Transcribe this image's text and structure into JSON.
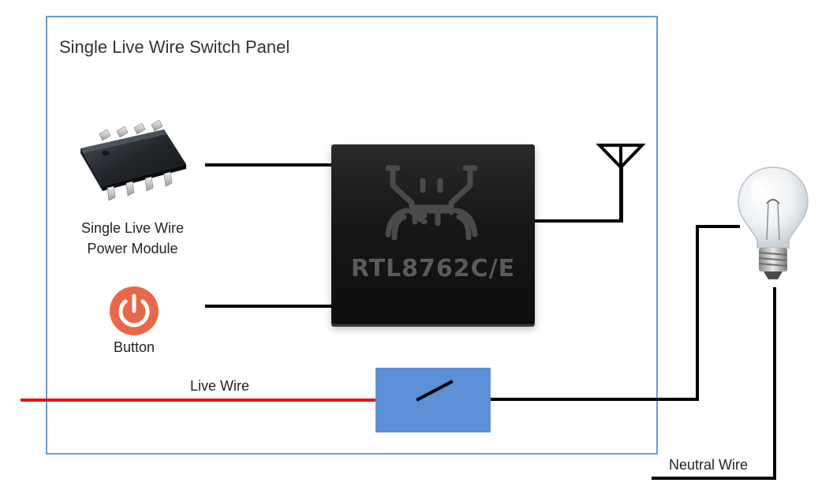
{
  "panel": {
    "title": "Single Live Wire Switch Panel"
  },
  "components": {
    "power_module": {
      "label_line1": "Single Live Wire",
      "label_line2": "Power Module",
      "icon": "ic-chip-icon"
    },
    "button": {
      "label": "Button",
      "icon": "power-button-icon",
      "color": "#e8694a"
    },
    "soc": {
      "label": "RTL8762C/E",
      "icon": "realtek-crab-logo"
    },
    "antenna": {
      "icon": "antenna-icon"
    },
    "relay_switch": {
      "icon": "switch-icon",
      "color": "#5b8fd6"
    },
    "lamp": {
      "icon": "light-bulb-icon"
    }
  },
  "wires": {
    "live_label": "Live Wire",
    "neutral_label": "Neutral Wire",
    "live_color": "#e3131b",
    "wire_color": "#000000"
  },
  "colors": {
    "panel_border": "#6a9bd1"
  }
}
